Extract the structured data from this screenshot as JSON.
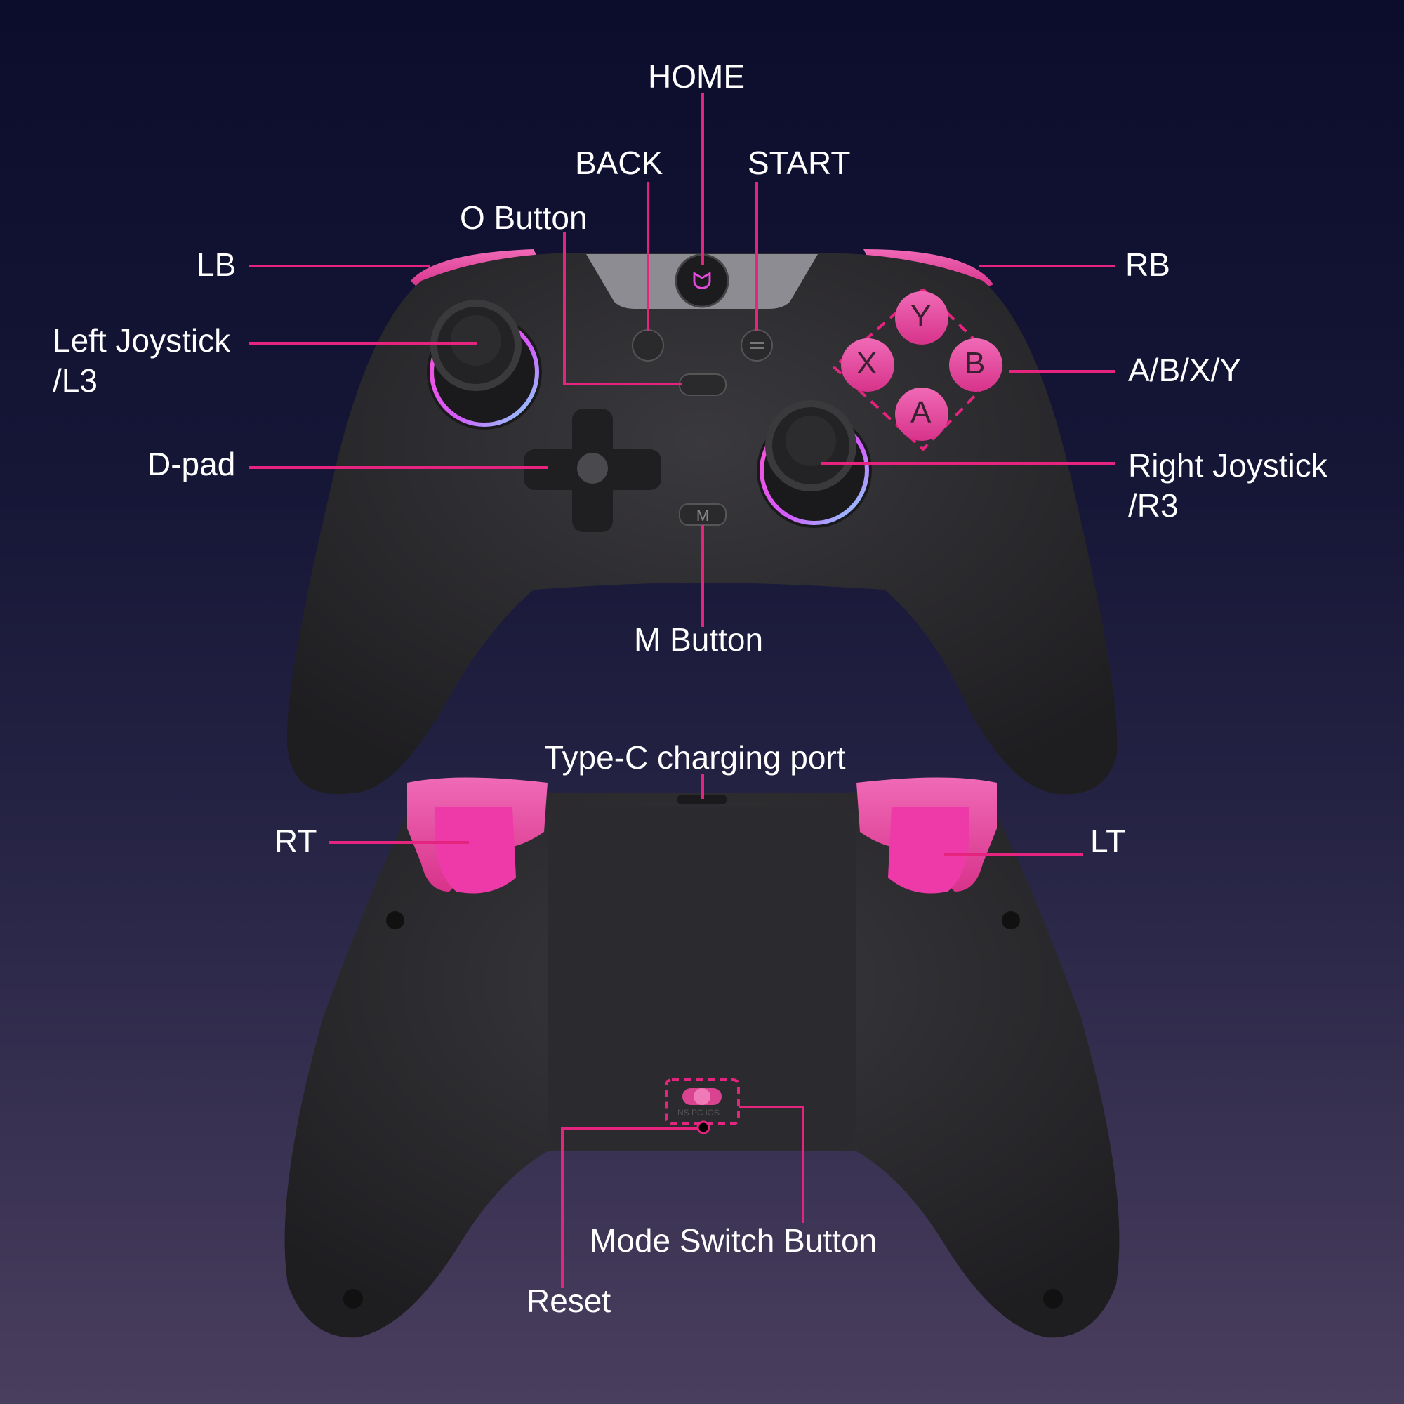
{
  "title": "Controller Layout Diagram",
  "colors": {
    "accent": "#e5247f",
    "button_pink": "#e0509a",
    "trigger_pink": "#ee3aa8",
    "body": "#2e2d30"
  },
  "front": {
    "labels": {
      "home": "HOME",
      "back": "BACK",
      "start": "START",
      "o_button": "O Button",
      "lb": "LB",
      "rb": "RB",
      "left_joystick_1": "Left Joystick",
      "left_joystick_2": "/L3",
      "abxy": "A/B/X/Y",
      "dpad": "D-pad",
      "right_joystick_1": "Right Joystick",
      "right_joystick_2": "/R3",
      "m_button": "M Button"
    },
    "face_buttons": {
      "y": "Y",
      "x": "X",
      "b": "B",
      "a": "A"
    },
    "m_key": "M"
  },
  "back": {
    "labels": {
      "type_c": "Type-C charging port",
      "rt": "RT",
      "lt": "LT",
      "mode_switch": "Mode Switch Button",
      "reset": "Reset"
    },
    "switch_text": "NS  PC  iOS"
  }
}
